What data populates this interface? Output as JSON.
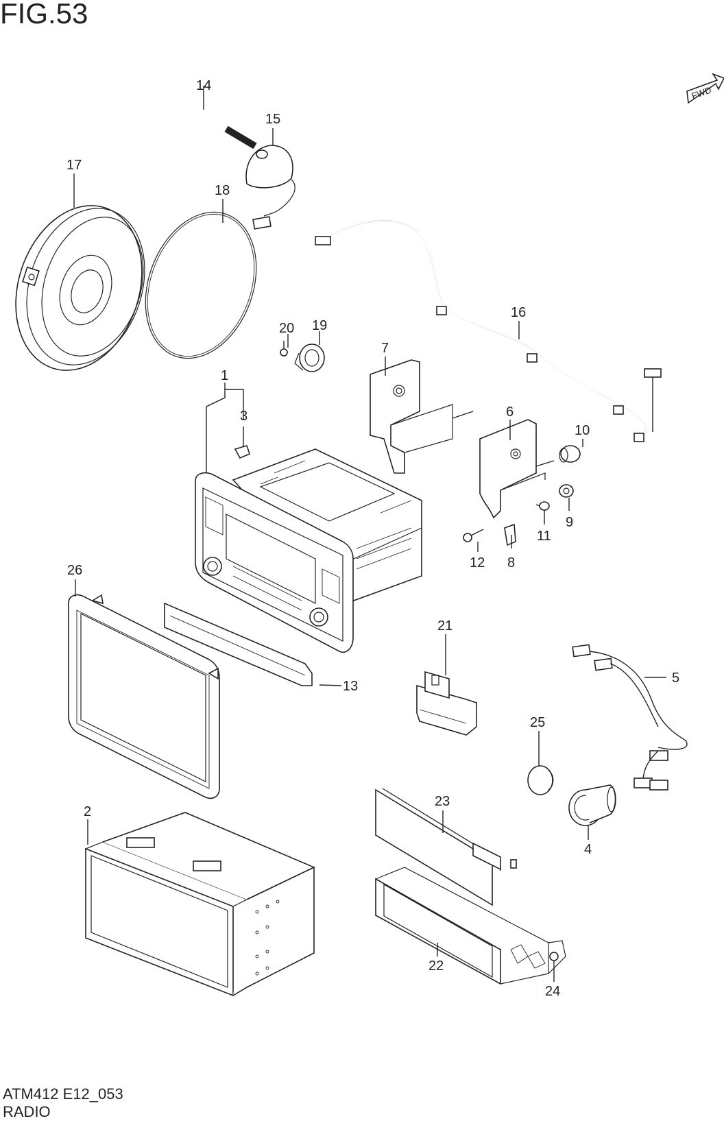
{
  "figure": {
    "title": "FIG.53",
    "code": "ATM412 E12_053",
    "caption": "RADIO"
  },
  "fwd_label": "FWD",
  "callouts": {
    "c1": "1",
    "c2": "2",
    "c3": "3",
    "c4": "4",
    "c5": "5",
    "c6": "6",
    "c7": "7",
    "c8": "8",
    "c9": "9",
    "c10": "10",
    "c11": "11",
    "c12": "12",
    "c13": "13",
    "c14": "14",
    "c15": "15",
    "c16": "16",
    "c17": "17",
    "c18": "18",
    "c19": "19",
    "c20": "20",
    "c21": "21",
    "c22": "22",
    "c23": "23",
    "c24": "24",
    "c25": "25",
    "c26": "26"
  }
}
